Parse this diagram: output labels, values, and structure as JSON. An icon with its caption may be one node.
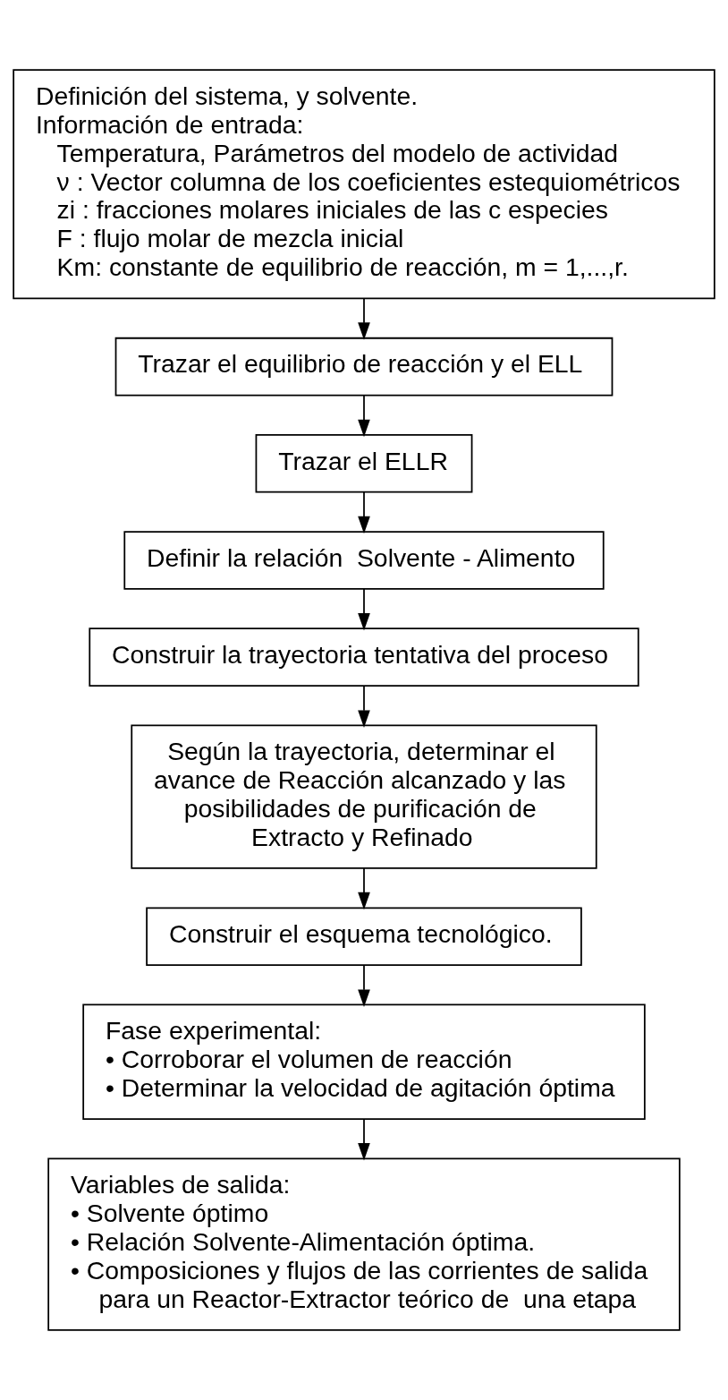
{
  "diagram": {
    "nodes": [
      {
        "text": [
          "Definición del sistema, y solvente.",
          "Información de entrada:",
          "Temperatura, Parámetros del modelo de actividad",
          "ν : Vector columna de los coeficientes estequiométricos",
          "zi : fracciones molares iniciales de las c especies",
          "F : flujo molar de mezcla inicial",
          "Km: constante de equilibrio de reacción, m = 1,...,r."
        ]
      },
      {
        "text": [
          "Trazar el equilibrio de reacción y el ELL"
        ]
      },
      {
        "text": [
          "Trazar el ELLR"
        ]
      },
      {
        "text": [
          "Definir la relación  Solvente - Alimento"
        ]
      },
      {
        "text": [
          "Construir la trayectoria tentativa del proceso"
        ]
      },
      {
        "text": [
          "Según la trayectoria, determinar el avance de Reacción alcanzado y las posibilidades de purificación de Extracto y Refinado"
        ]
      },
      {
        "text": [
          "Construir el esquema tecnológico."
        ]
      },
      {
        "text": [
          "Fase experimental:",
          "• Corroborar el volumen de reacción",
          "• Determinar la velocidad de agitación óptima"
        ]
      },
      {
        "text": [
          "Variables de salida:",
          "• Solvente óptimo",
          "• Relación Solvente-Alimentación óptima.",
          "• Composiciones y flujos de las corrientes de salida para un Reactor-Extractor teórico de  una etapa"
        ]
      }
    ],
    "edges": [
      {
        "from": 0,
        "to": 1,
        "arrow": "to"
      },
      {
        "from": 1,
        "to": 2,
        "arrow": "to"
      },
      {
        "from": 2,
        "to": 3,
        "arrow": "to"
      },
      {
        "from": 3,
        "to": 4,
        "arrow": "to"
      },
      {
        "from": 4,
        "to": 5,
        "arrow": "to"
      },
      {
        "from": 5,
        "to": 6,
        "arrow": "to"
      },
      {
        "from": 6,
        "to": 7,
        "arrow": "to"
      },
      {
        "from": 7,
        "to": 8,
        "arrow": "to"
      }
    ]
  }
}
